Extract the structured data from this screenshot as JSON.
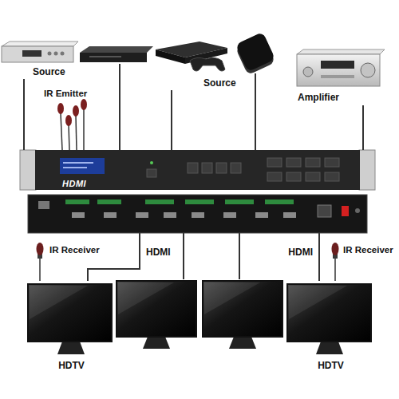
{
  "diagram": {
    "nodes": [
      {
        "text": [
          "Source"
        ]
      },
      {
        "text": [
          "Source"
        ]
      },
      {
        "text": [
          "Amplifier"
        ]
      },
      {
        "text": [
          "HDMI"
        ]
      },
      {
        "text": [
          "HDTV"
        ]
      },
      {
        "text": [
          "HDTV"
        ]
      }
    ],
    "edges": [
      {
        "from": 0,
        "to": 3,
        "arrow": "none"
      },
      {
        "from": 1,
        "to": 3,
        "arrow": "none"
      },
      {
        "from": 2,
        "to": 3,
        "arrow": "none"
      },
      {
        "from": 3,
        "to": 4,
        "label": "HDMI",
        "arrow": "none"
      },
      {
        "from": 3,
        "to": 5,
        "label": "HDMI",
        "arrow": "none"
      }
    ],
    "labels": [
      "IR Emitter",
      "IR Receiver",
      "IR Receiver"
    ]
  }
}
